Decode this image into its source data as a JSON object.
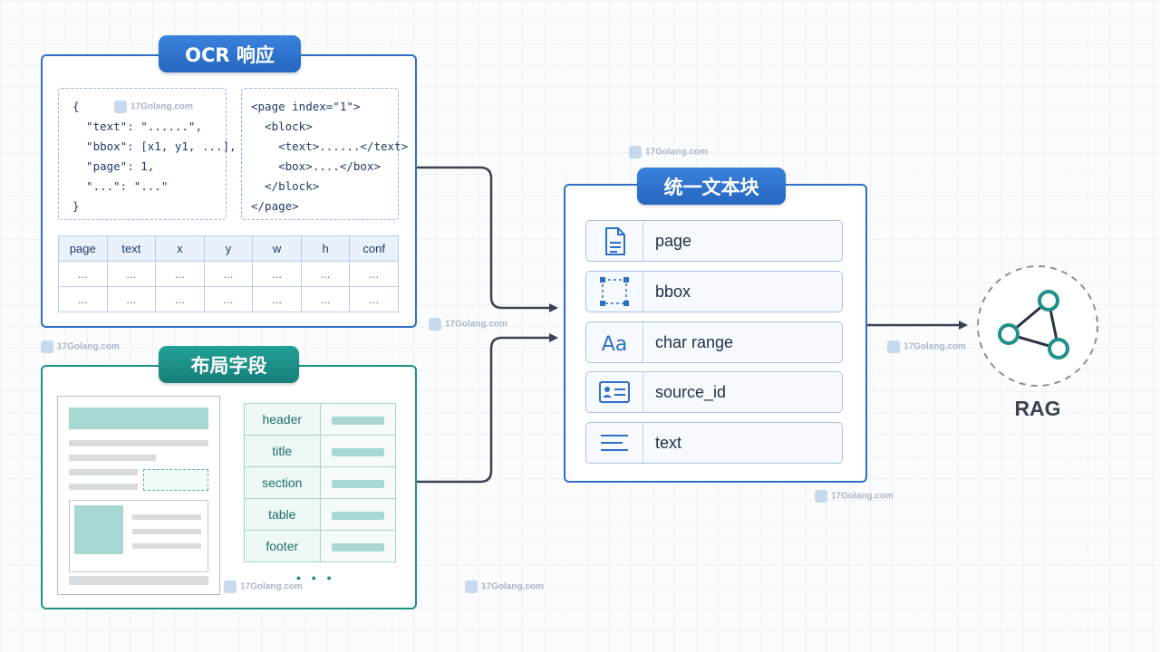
{
  "ocr_panel": {
    "title": "OCR 响应",
    "json_lines": [
      "{",
      "  \"text\": \"......\",",
      "  \"bbox\": [x1, y1, ...],",
      "  \"page\": 1,",
      "  \"...\": \"...\"",
      "}"
    ],
    "xml_lines": [
      "<page index=\"1\">",
      "  <block>",
      "    <text>......</text>",
      "    <box>....</box>",
      "  </block>",
      "</page>"
    ],
    "table_headers": [
      "page",
      "text",
      "x",
      "y",
      "w",
      "h",
      "conf"
    ],
    "table_rows": [
      [
        "...",
        "...",
        "...",
        "...",
        "...",
        "...",
        "..."
      ],
      [
        "...",
        "...",
        "...",
        "...",
        "...",
        "...",
        "..."
      ]
    ]
  },
  "layout_panel": {
    "title": "布局字段",
    "fields": [
      "header",
      "title",
      "section",
      "table",
      "footer"
    ],
    "more": "• • •"
  },
  "chunk_panel": {
    "title": "统一文本块",
    "rows": [
      {
        "label": "page",
        "icon": "document-icon"
      },
      {
        "label": "bbox",
        "icon": "bbox-icon"
      },
      {
        "label": "char range",
        "icon": "text-case-icon"
      },
      {
        "label": "source_id",
        "icon": "id-card-icon"
      },
      {
        "label": "text",
        "icon": "text-lines-icon"
      }
    ]
  },
  "rag": {
    "label": "RAG",
    "icon": "graph-icon"
  },
  "watermark": "17Golang.com",
  "colors": {
    "blue": "#2e6fc9",
    "teal": "#1f9089",
    "arrow": "#3a4250"
  }
}
